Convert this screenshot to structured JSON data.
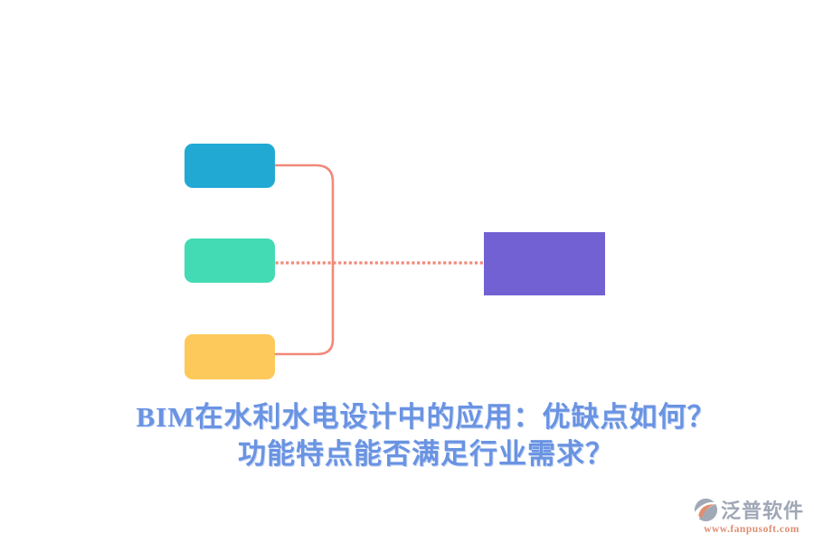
{
  "canvas": {
    "background": "#FFFFFF"
  },
  "diagram": {
    "connector_color": "#F0897A",
    "nodes": [
      {
        "id": "top-left",
        "shape": "rounded-rect",
        "color": "#21A9D3"
      },
      {
        "id": "middle-left",
        "shape": "rounded-rect",
        "color": "#43DBB4"
      },
      {
        "id": "bottom-left",
        "shape": "rounded-rect",
        "color": "#FEC95B"
      },
      {
        "id": "right",
        "shape": "rect",
        "color": "#7261D3"
      }
    ],
    "connections": [
      {
        "type": "bracket",
        "from": [
          "top-left",
          "bottom-left"
        ],
        "style": "solid"
      },
      {
        "type": "line",
        "from": "middle-left",
        "to": "right",
        "style": "dotted"
      }
    ]
  },
  "title": {
    "line1": "BIM在水利水电设计中的应用：优缺点如何？",
    "line2": "功能特点能否满足行业需求？",
    "color": "#6A93E2"
  },
  "watermark": {
    "brand": "泛普软件",
    "url": "www.fanpusoft.com",
    "brand_color": "#98A0B0",
    "url_color": "#DC8467",
    "icon": "fanpu-leaf-logo",
    "icon_gray": "#9AA2B0",
    "icon_accent": "#DD8663"
  }
}
